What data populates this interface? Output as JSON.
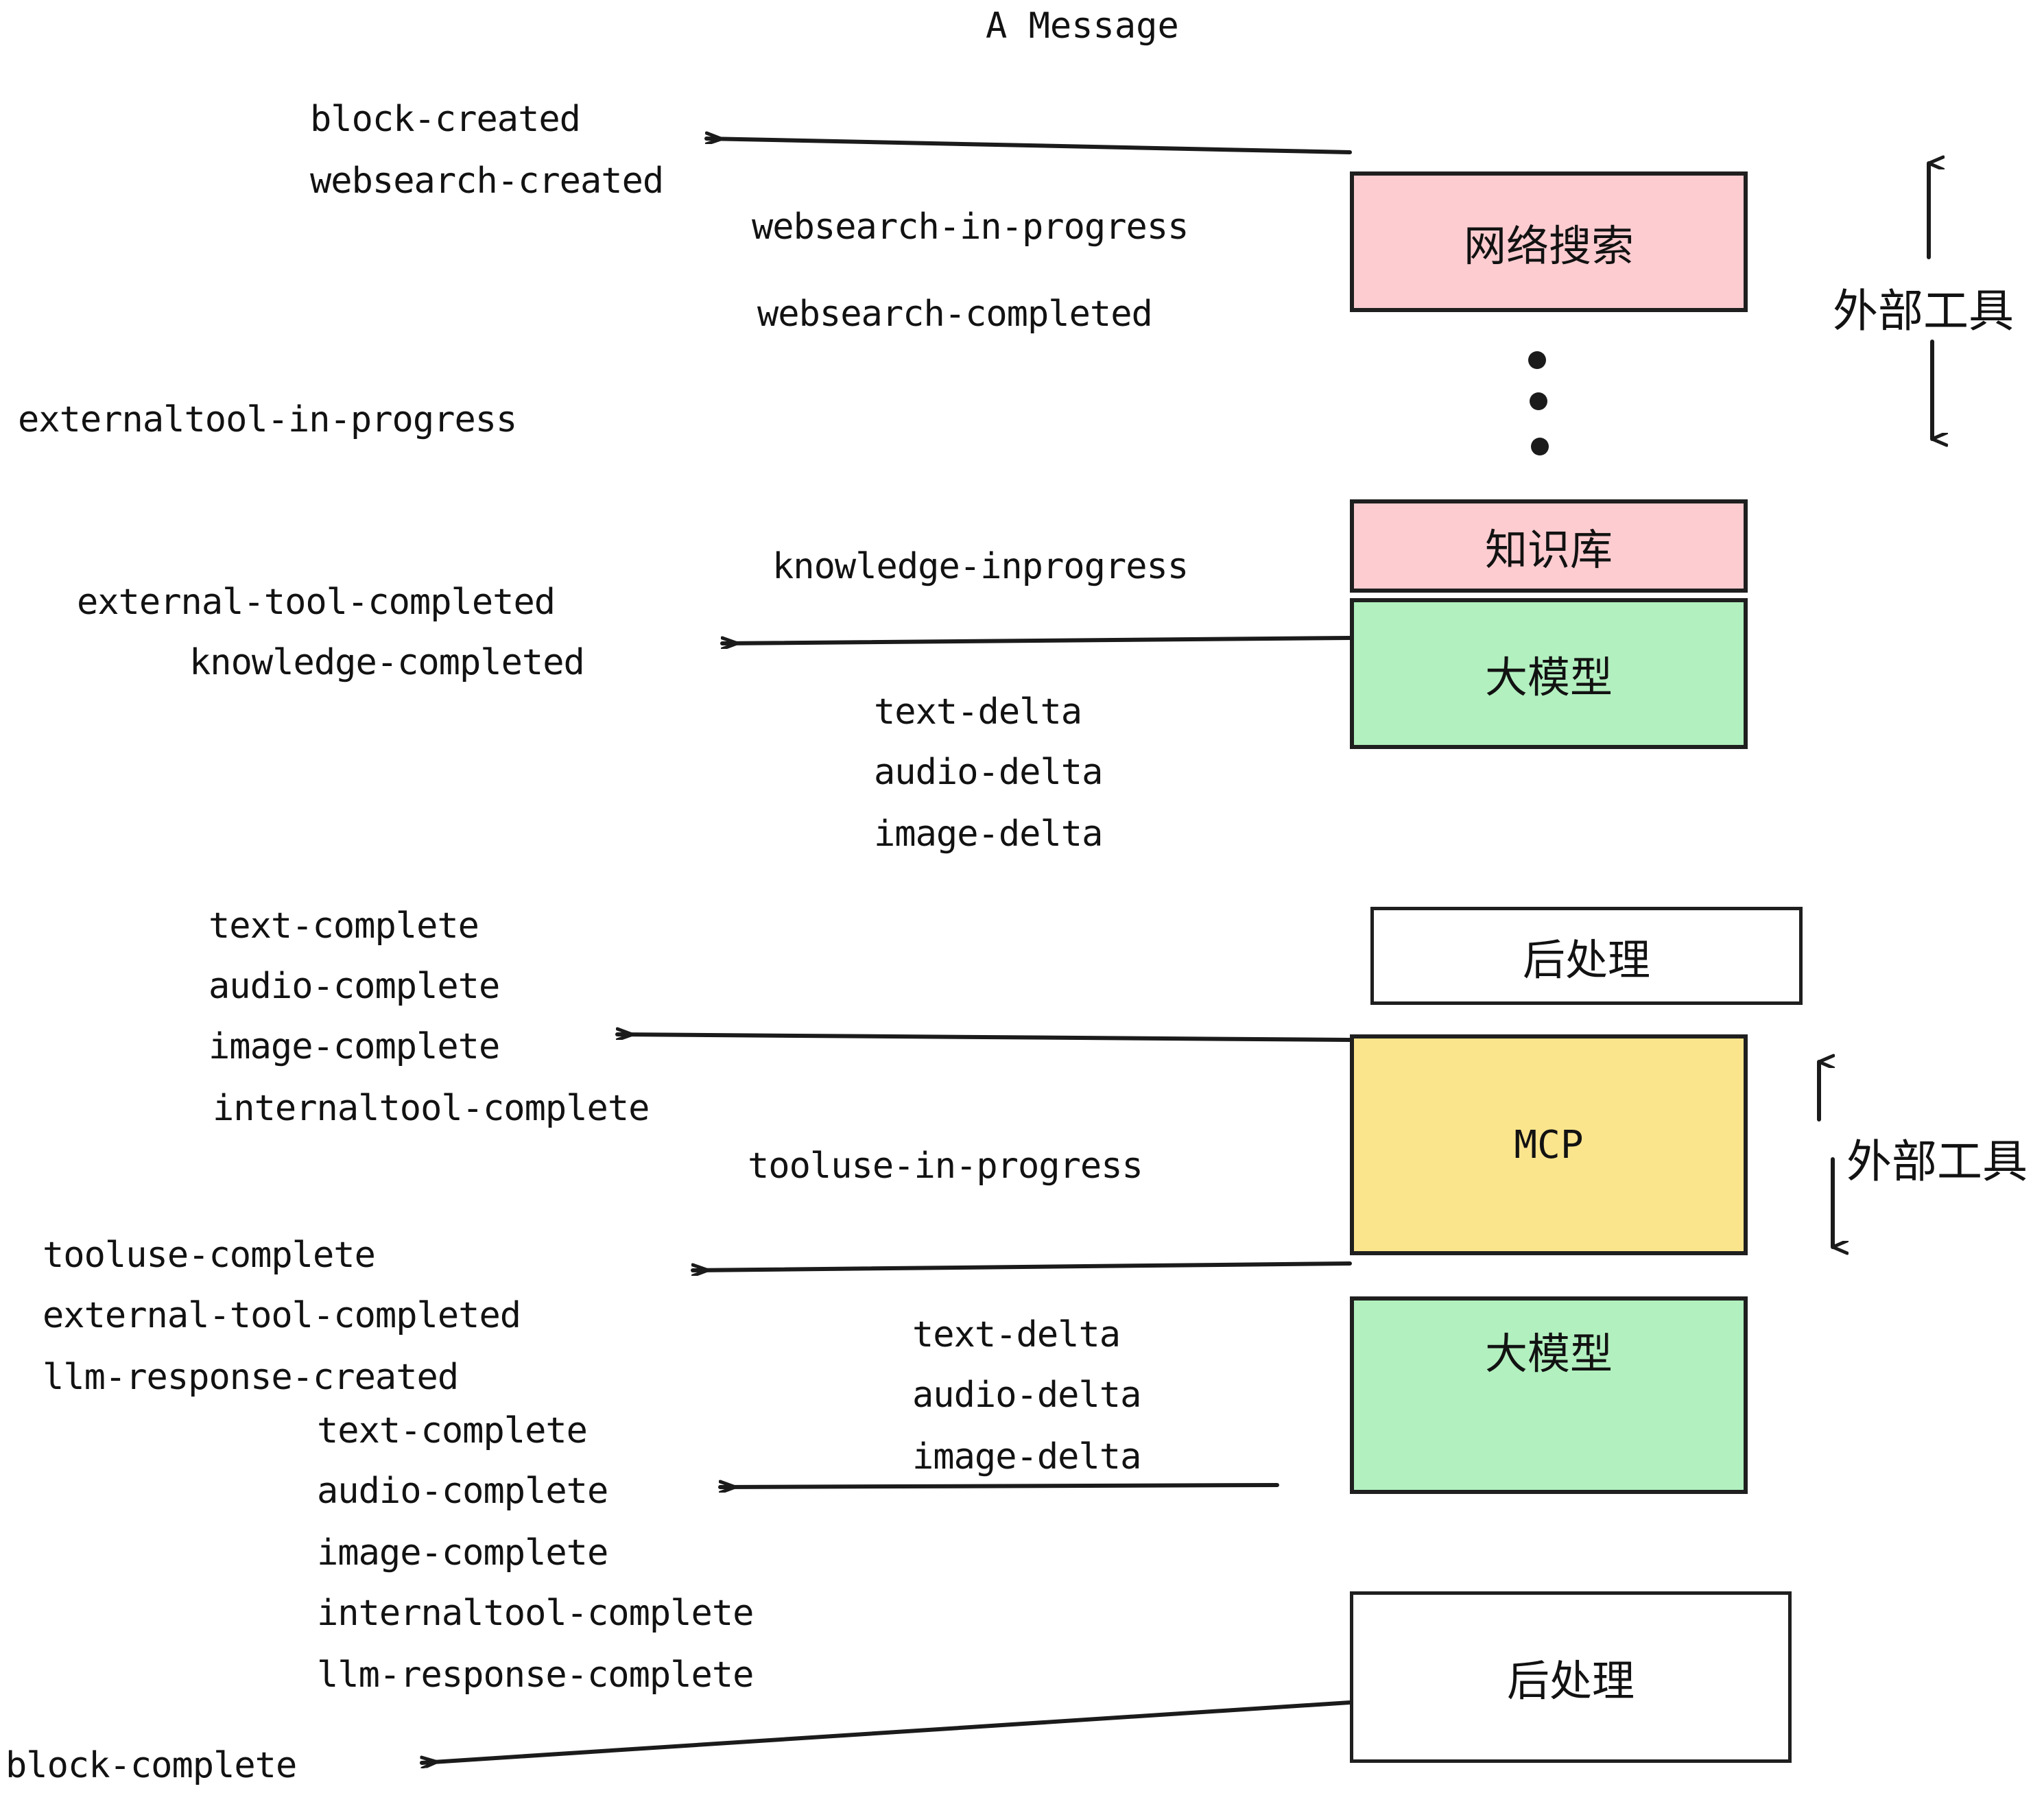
{
  "title": "A Message",
  "colors": {
    "pink": "#fcccd0",
    "green": "#b2f0bf",
    "yellow": "#fbe58c",
    "white": "#ffffff",
    "stroke": "#1f1f1f",
    "text": "#121212"
  },
  "boxes": [
    {
      "id": "websearch",
      "label": "网络搜索",
      "fill": "pink"
    },
    {
      "id": "knowledge",
      "label": "知识库",
      "fill": "pink"
    },
    {
      "id": "llm-1",
      "label": "大模型",
      "fill": "green"
    },
    {
      "id": "postproc-1",
      "label": "后处理",
      "fill": "white"
    },
    {
      "id": "mcp",
      "label": "MCP",
      "fill": "yellow"
    },
    {
      "id": "llm-2",
      "label": "大模型",
      "fill": "green"
    },
    {
      "id": "postproc-2",
      "label": "后处理",
      "fill": "white"
    }
  ],
  "side_labels": [
    {
      "id": "external-tools-top",
      "label": "外部工具"
    },
    {
      "id": "external-tools-bottom",
      "label": "外部工具"
    }
  ],
  "events": {
    "block_created": "block-created",
    "websearch_created": "websearch-created",
    "websearch_in_progress": "websearch-in-progress",
    "websearch_completed": "websearch-completed",
    "externaltool_in_progress": "externaltool-in-progress",
    "knowledge_inprogress": "knowledge-inprogress",
    "external_tool_completed_1": "external-tool-completed",
    "knowledge_completed": "knowledge-completed",
    "text_delta_1": "text-delta",
    "audio_delta_1": "audio-delta",
    "image_delta_1": "image-delta",
    "text_complete_1": "text-complete",
    "audio_complete_1": "audio-complete",
    "image_complete_1": "image-complete",
    "internaltool_complete_1": "internaltool-complete",
    "tooluse_in_progress": "tooluse-in-progress",
    "tooluse_complete": "tooluse-complete",
    "external_tool_completed_2": "external-tool-completed",
    "llm_response_created": "llm-response-created",
    "text_delta_2": "text-delta",
    "audio_delta_2": "audio-delta",
    "image_delta_2": "image-delta",
    "text_complete_2": "text-complete",
    "audio_complete_2": "audio-complete",
    "image_complete_2": "image-complete",
    "internaltool_complete_2": "internaltool-complete",
    "llm_response_complete": "llm-response-complete",
    "block_complete": "block-complete"
  },
  "ellipsis": "⋮"
}
